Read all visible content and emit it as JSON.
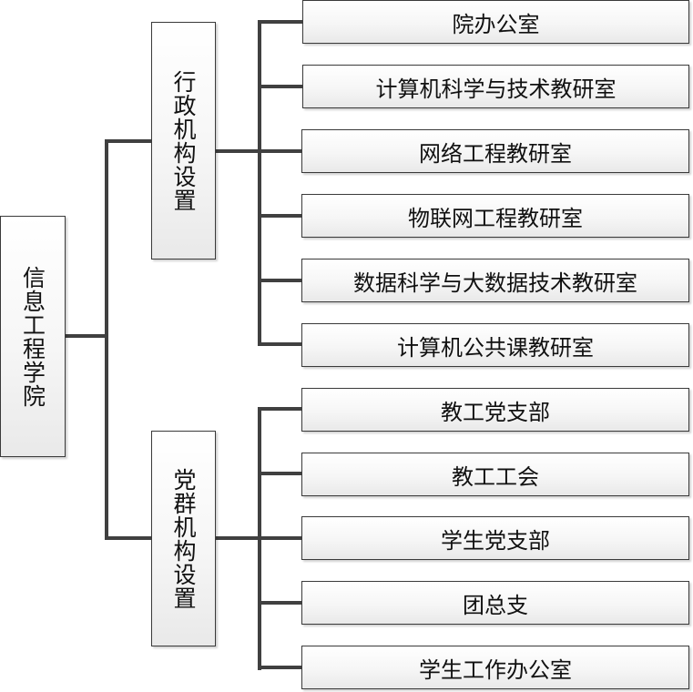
{
  "root": {
    "label": "信息工程学院"
  },
  "groups": [
    {
      "label": "行政机构设置",
      "children": [
        "院办公室",
        "计算机科学与技术教研室",
        "网络工程教研室",
        "物联网工程教研室",
        "数据科学与大数据技术教研室",
        "计算机公共课教研室"
      ]
    },
    {
      "label": "党群机构设置",
      "children": [
        "教工党支部",
        "教工工会",
        "学生党支部",
        "团总支",
        "学生工作办公室"
      ]
    }
  ]
}
